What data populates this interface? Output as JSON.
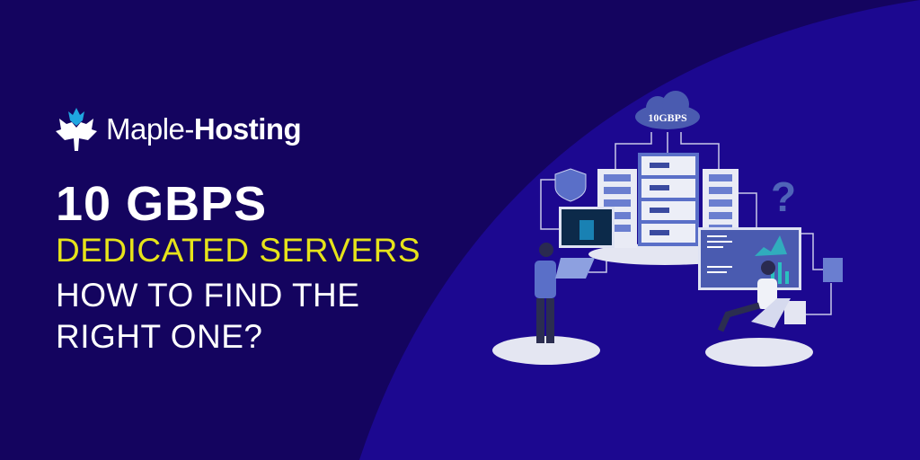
{
  "logo": {
    "name_light": "Maple-",
    "name_bold": "Hosting"
  },
  "headline": {
    "line1": "10 GBPS",
    "line2": "DEDICATED SERVERS",
    "line3": "HOW TO FIND THE",
    "line4": "RIGHT ONE?"
  },
  "illustration": {
    "cloud_label": "10GBPS",
    "question_mark": "?"
  },
  "colors": {
    "background": "#1a0784",
    "background_dark": "#14045f",
    "accent_yellow": "#e6e31a",
    "logo_leaf_accent": "#1fa6e0"
  }
}
